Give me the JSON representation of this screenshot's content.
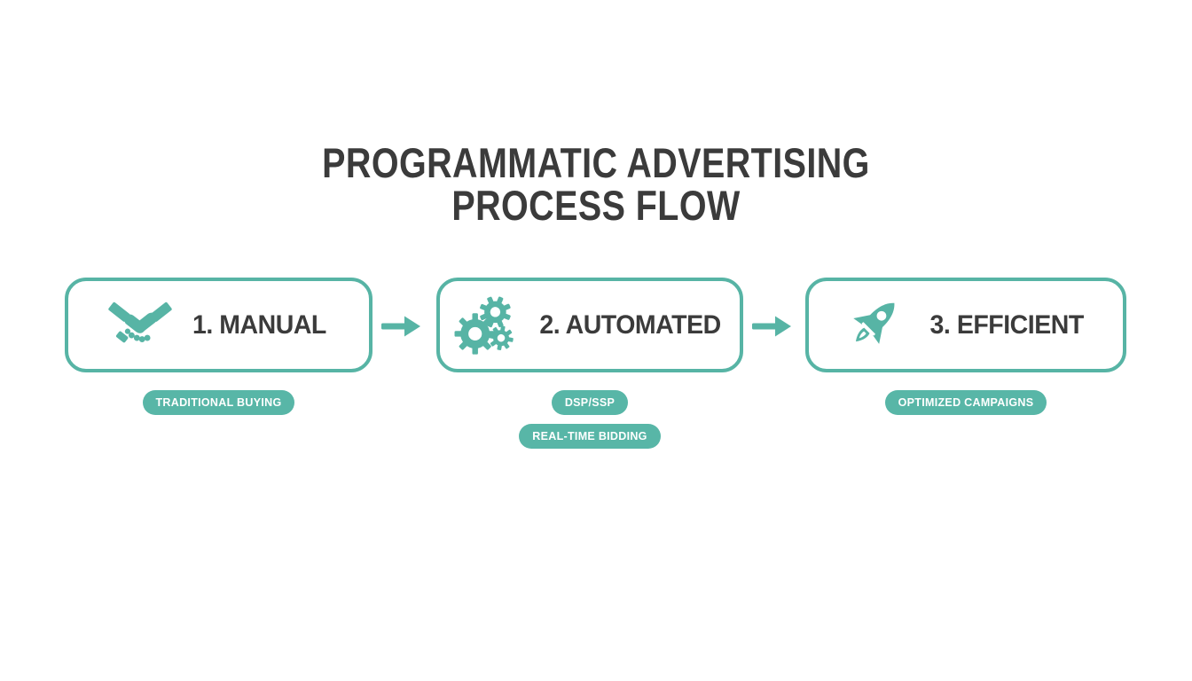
{
  "title": {
    "line1": "PROGRAMMATIC ADVERTISING",
    "line2": "PROCESS FLOW"
  },
  "colors": {
    "accent_teal": "#57b4a5",
    "pill_teal": "#58b6a7",
    "heading_gray": "#3b3b3b",
    "background": "#ffffff"
  },
  "steps": [
    {
      "label": "1. MANUAL",
      "icon": "handshake-icon",
      "tags": [
        "TRADITIONAL BUYING"
      ]
    },
    {
      "label": "2. AUTOMATED",
      "icon": "gears-icon",
      "tags": [
        "DSP/SSP",
        "REAL-TIME BIDDING"
      ]
    },
    {
      "label": "3. EFFICIENT",
      "icon": "rocket-icon",
      "tags": [
        "OPTIMIZED CAMPAIGNS"
      ]
    }
  ],
  "connectors": [
    "arrow-right",
    "arrow-right"
  ]
}
